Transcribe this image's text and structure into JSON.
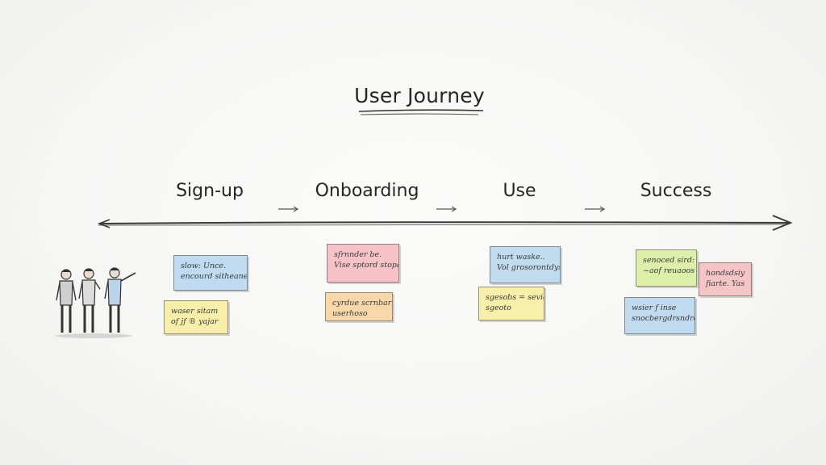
{
  "title": "User Journey",
  "stages": [
    {
      "label": "Sign-up"
    },
    {
      "label": "Onboarding"
    },
    {
      "label": "Use"
    },
    {
      "label": "Success"
    }
  ],
  "notes": {
    "signup": [
      {
        "lines": [
          "slow: Unce.",
          "encourd sitheane."
        ],
        "color": "blue"
      },
      {
        "lines": [
          "waser sitam",
          "of jf ® yajar"
        ],
        "color": "yellow"
      }
    ],
    "onboarding": [
      {
        "lines": [
          "sfrnnder be.",
          "Vise sptord stopaxito"
        ],
        "color": "pink"
      },
      {
        "lines": [
          "cyrdue scrnbartum",
          "userhoso"
        ],
        "color": "orange"
      }
    ],
    "use": [
      {
        "lines": [
          "hurt waske..",
          "Vol grosorontdystime"
        ],
        "color": "blue"
      },
      {
        "lines": [
          "sgesobs = seviede",
          "sgeoto"
        ],
        "color": "yellow"
      }
    ],
    "success": [
      {
        "lines": [
          "senoced sird: canu",
          "~aof reuaoos"
        ],
        "color": "green"
      },
      {
        "lines": [
          "hondsdsiy",
          "fiarte. Yas"
        ],
        "color": "red"
      },
      {
        "lines": [
          "wsier f inse",
          "snocbergdrsndrdo."
        ],
        "color": "blue"
      }
    ]
  },
  "colors": {
    "blue": "#add0ec",
    "yellow": "#f6ec96",
    "pink": "#f6b0b8",
    "orange": "#f7d096",
    "green": "#d6ec96",
    "red": "#f4b4b4"
  }
}
